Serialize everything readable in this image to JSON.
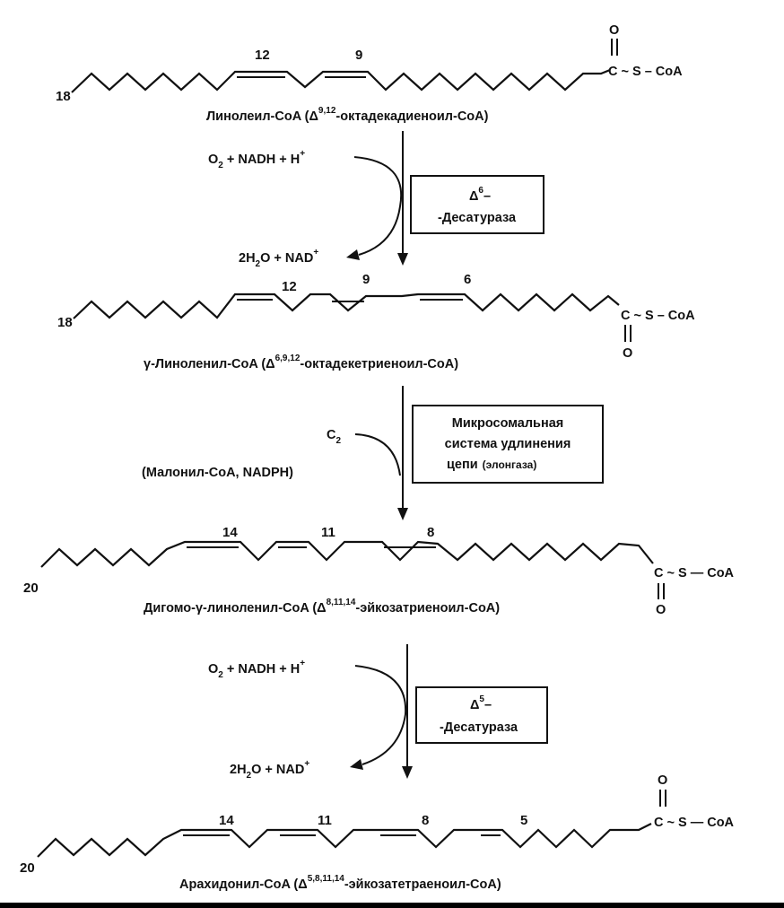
{
  "molecules": [
    {
      "carbon_count": "18",
      "dbl_labels": [
        "12",
        "9"
      ],
      "caption": "Линолеил-CoA (Δ9,12-октадекадиеноил-CoA)",
      "caption_parts": {
        "pre": "Линолеил-CoA (Δ",
        "sup": "9,12",
        "post": "-октадекадиеноил-CoA)"
      },
      "carbonyl_o": "O",
      "thioester": "C ~ S – CoA"
    },
    {
      "carbon_count": "18",
      "dbl_labels": [
        "12",
        "9",
        "6"
      ],
      "caption_parts": {
        "pre": "γ-Линоленил-CoA (Δ",
        "sup": "6,9,12",
        "post": "-октадекетриеноил-CoA)"
      },
      "carbonyl_o": "O",
      "thioester": "C ~ S – CoA"
    },
    {
      "carbon_count": "20",
      "dbl_labels": [
        "14",
        "11",
        "8"
      ],
      "caption_parts": {
        "pre": "Дигомо-γ-линоленил-CoA (Δ",
        "sup": "8,11,14",
        "post": "-эйкозатриеноил-CoA)"
      },
      "carbonyl_o": "O",
      "thioester": "C ~ S — CoA"
    },
    {
      "carbon_count": "20",
      "dbl_labels": [
        "14",
        "11",
        "8",
        "5"
      ],
      "caption_parts": {
        "pre": "Арахидонил-CoA (Δ",
        "sup": "5,8,11,14",
        "post": "-эйкозатетраеноил-CoA)"
      },
      "carbonyl_o": "O",
      "thioester": "C ~ S — CoA"
    }
  ],
  "steps": [
    {
      "input": "O2 + NADH + H+",
      "output": "2H2O + NAD+",
      "enzyme_line1": "Δ6–",
      "enzyme_line2": "-Десатураза"
    },
    {
      "input": "C2",
      "cofactors": "(Малонил-CoA, NADPH)",
      "enzyme_line1": "Микросомальная",
      "enzyme_line2": "система удлинения",
      "enzyme_line3": "цепи (элонгаза)"
    },
    {
      "input": "O2 + NADH + H+",
      "output": "2H2O + NAD+",
      "enzyme_line1": "Δ5–",
      "enzyme_line2": "-Десатураза"
    }
  ],
  "text": {
    "o2_a": "O",
    "o2_sub": "2",
    "nadh_a": " +  NADH + H",
    "plus": "+",
    "h2o_a": "2H",
    "h2o_sub": "2",
    "h2o_b": "O + NAD",
    "delta": "Δ",
    "six": "6",
    "five": "5",
    "dash": "–",
    "desat": "-Десатураза",
    "c2_a": "C",
    "c2_sub": "2",
    "malonyl": "(Малонил-CoA, NADPH)",
    "micro1": "Микросомальная",
    "micro2": "система удлинения",
    "micro3": "цепи",
    "micro3b": "(элонгаза)",
    "nadh_b": " + NADH + H"
  }
}
